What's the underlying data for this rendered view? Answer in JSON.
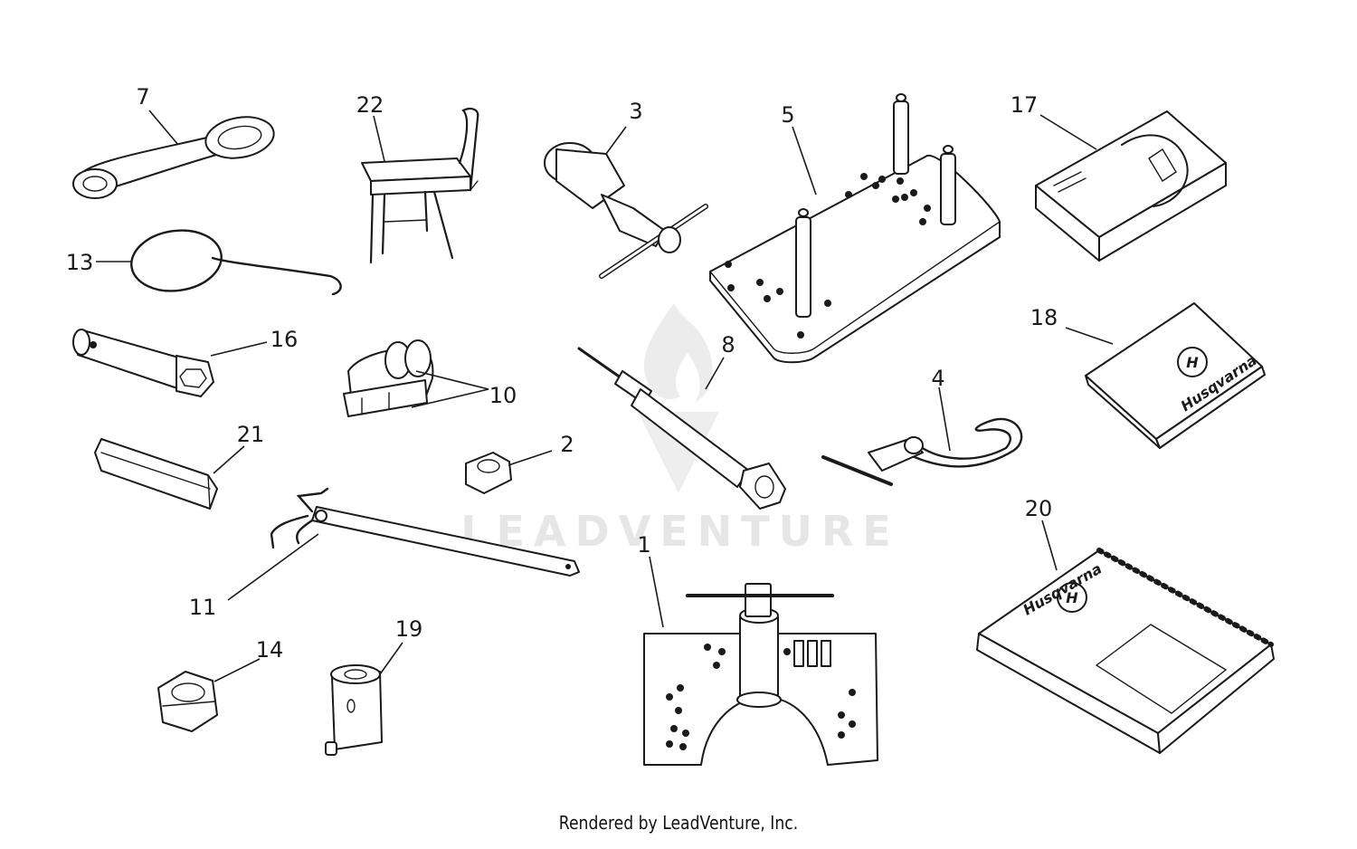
{
  "watermark": {
    "text": "LEADVENTURE"
  },
  "footer": {
    "text": "Rendered by LeadVenture, Inc."
  },
  "callouts": {
    "c1": "1",
    "c2": "2",
    "c3": "3",
    "c4": "4",
    "c5": "5",
    "c7": "7",
    "c8": "8",
    "c10": "10",
    "c11": "11",
    "c13": "13",
    "c14": "14",
    "c16": "16",
    "c17": "17",
    "c18": "18",
    "c19": "19",
    "c20": "20",
    "c21": "21",
    "c22": "22"
  },
  "brand": {
    "name": "Husqvarna"
  },
  "icons": [
    "husqvarna-crown-logo",
    "leadventure-flame-mark"
  ]
}
